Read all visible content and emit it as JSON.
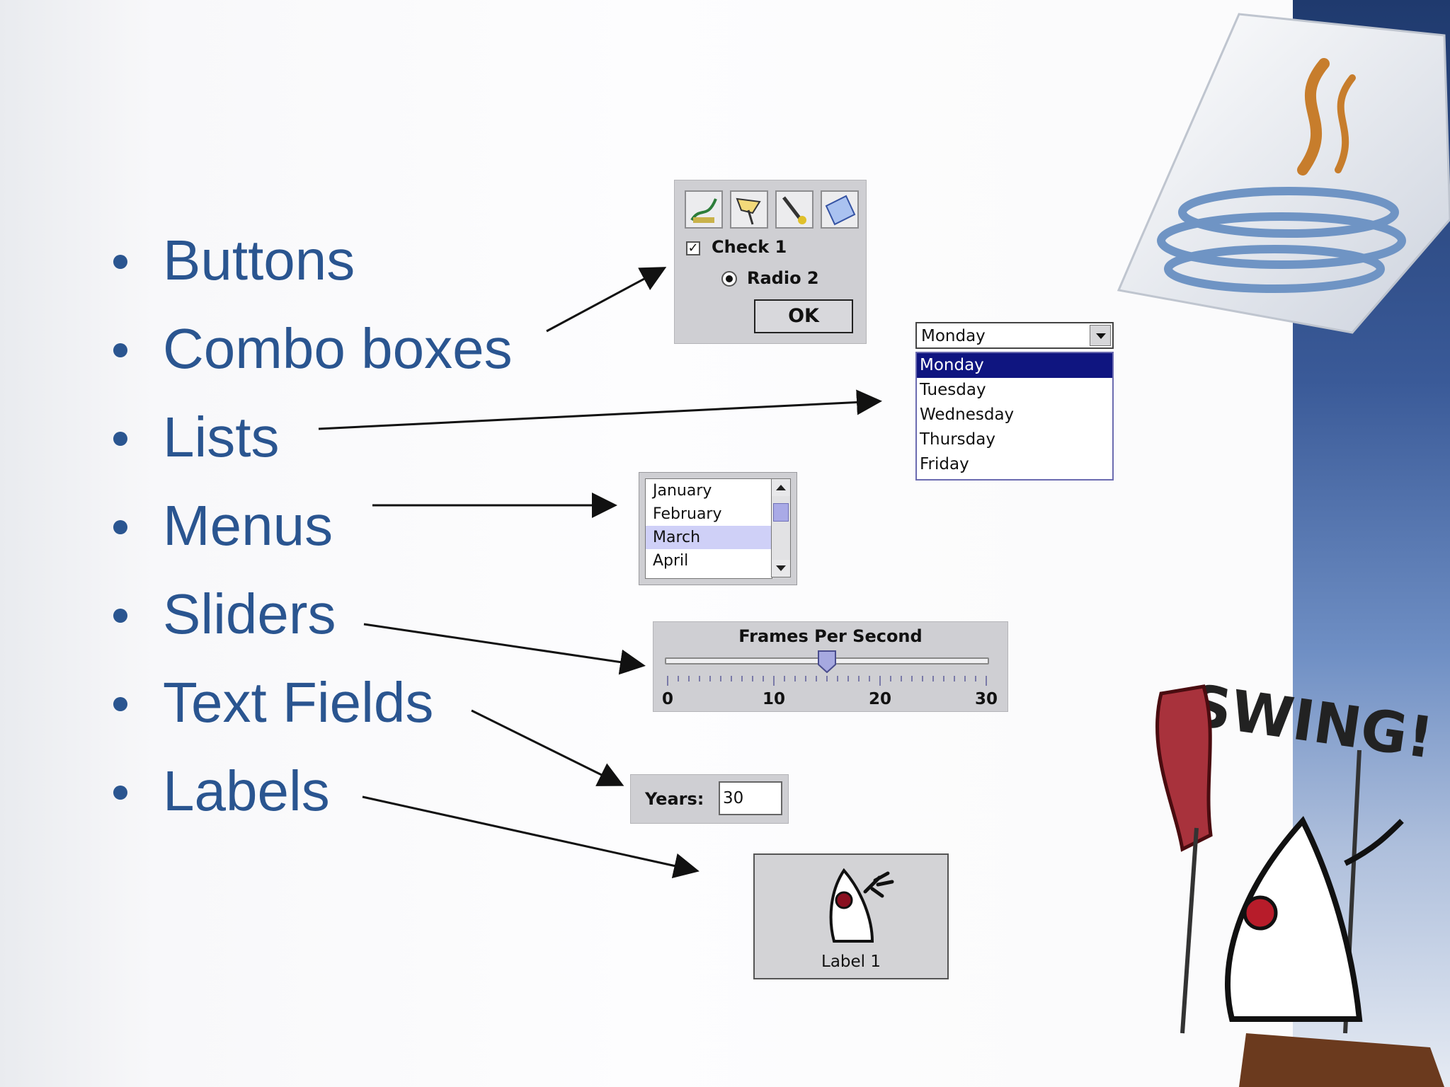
{
  "bullets": [
    "Buttons",
    "Combo boxes",
    "Lists",
    "Menus",
    "Sliders",
    "Text Fields",
    "Labels"
  ],
  "button_demo": {
    "toolbar_icons": [
      "paint-icon",
      "pin-icon",
      "pen-icon",
      "window-icon"
    ],
    "checkbox_label": "Check 1",
    "checkbox_checked": true,
    "radio_label": "Radio 2",
    "radio_selected": true,
    "ok_label": "OK"
  },
  "combo_demo": {
    "selected": "Monday",
    "options": [
      "Monday",
      "Tuesday",
      "Wednesday",
      "Thursday",
      "Friday"
    ]
  },
  "list_demo": {
    "items": [
      "January",
      "February",
      "March",
      "April"
    ],
    "selected": "March"
  },
  "slider_demo": {
    "title": "Frames Per Second",
    "min": 0,
    "max": 30,
    "value": 15,
    "labels": [
      "0",
      "10",
      "20",
      "30"
    ]
  },
  "textfield_demo": {
    "label": "Years:",
    "value": "30"
  },
  "label_demo": {
    "text": "Label 1"
  },
  "decor": {
    "logo_text": "SWING!",
    "colors": {
      "bullet_text": "#2a5590",
      "combo_selection": "#0f1580",
      "list_selection": "#cfd0f7"
    }
  }
}
